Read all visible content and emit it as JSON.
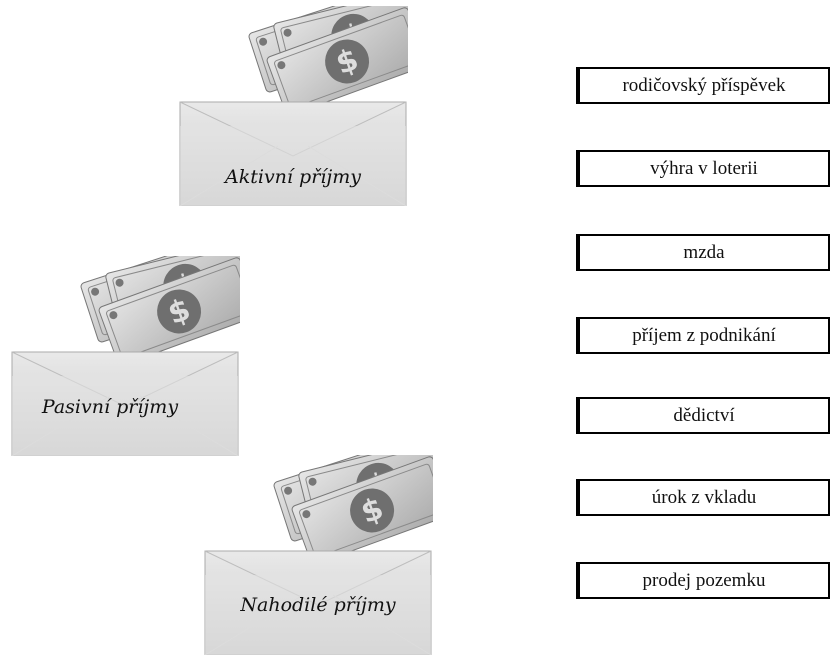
{
  "envelopes": [
    {
      "label": "Aktivní příjmy",
      "icon": "money-envelope-icon"
    },
    {
      "label": "Pasivní příjmy",
      "icon": "money-envelope-icon"
    },
    {
      "label": "Nahodilé příjmy",
      "icon": "money-envelope-icon"
    }
  ],
  "cards": [
    {
      "label": "rodičovský příspěvek"
    },
    {
      "label": "výhra v loterii"
    },
    {
      "label": "mzda"
    },
    {
      "label": "příjem z podnikání"
    },
    {
      "label": "dědictví"
    },
    {
      "label": "úrok z vkladu"
    },
    {
      "label": "prodej pozemku"
    }
  ]
}
